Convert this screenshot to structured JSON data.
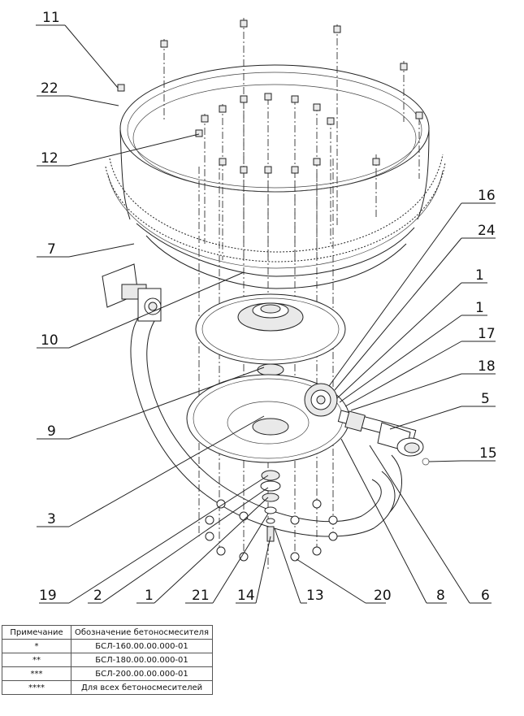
{
  "callouts": {
    "c11": "11",
    "c22": "22",
    "c12": "12",
    "c7": "7",
    "c10": "10",
    "c9": "9",
    "c3": "3",
    "c16": "16",
    "c24": "24",
    "c1a": "1",
    "c1b": "1",
    "c17": "17",
    "c18": "18",
    "c5": "5",
    "c15": "15",
    "c19": "19",
    "c2": "2",
    "c1c": "1",
    "c21": "21",
    "c14": "14",
    "c13": "13",
    "c20": "20",
    "c8": "8",
    "c6": "6"
  },
  "table": {
    "headers": [
      "Примечание",
      "Обозначение бетоносмесителя"
    ],
    "rows": [
      [
        "*",
        "БСЛ-160.00.00.000-01"
      ],
      [
        "**",
        "БСЛ-180.00.00.000-01"
      ],
      [
        "***",
        "БСЛ-200.00.00.000-01"
      ],
      [
        "****",
        "Для всех бетоносмесителей"
      ]
    ]
  }
}
